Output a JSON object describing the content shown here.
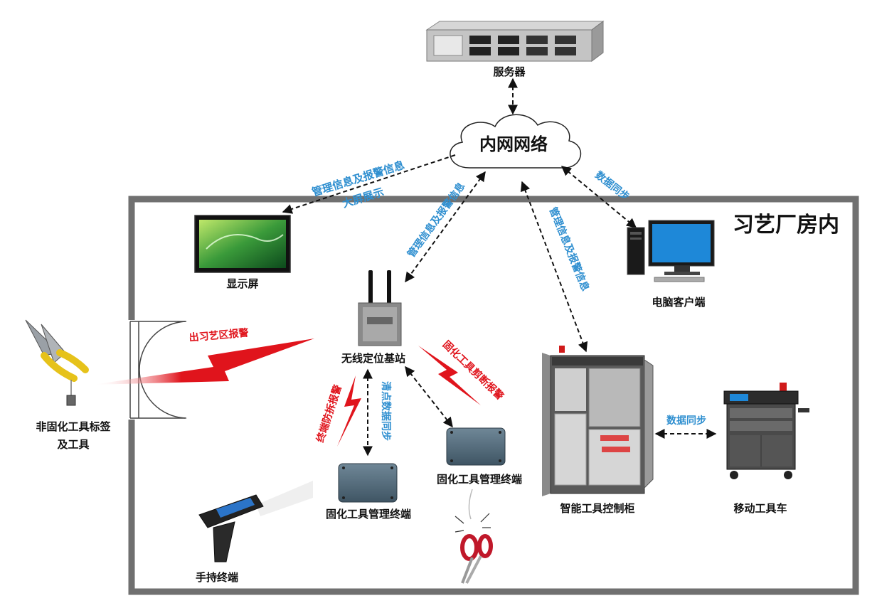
{
  "room_title": "习艺厂房内",
  "nodes": {
    "server": "服务器",
    "network": "内网网络",
    "display": "显示屏",
    "pc_client": "电脑客户端",
    "base_station": "无线定位基站",
    "cabinet": "智能工具控制柜",
    "cart": "移动工具车",
    "terminal_left": "固化工具管理终端",
    "terminal_right": "固化工具管理终端",
    "handheld": "手持终端",
    "tools_line1": "非固化工具标签",
    "tools_line2": "及工具"
  },
  "links": {
    "display_info_1": "管理信息及报警信息",
    "display_info_2": "大屏展示",
    "station_info": "管理信息及报警信息",
    "cabinet_info": "管理信息及报警信息",
    "pc_sync": "数据同步",
    "cart_sync": "数据同步",
    "inventory_sync": "清点数据同步"
  },
  "alarms": {
    "exit_area": "出习艺区报警",
    "anti_tamper": "终端防拆报警",
    "cut_alarm": "固化工具剪断报警"
  },
  "colors": {
    "blue_label": "#2f8fd0",
    "red_alarm": "#e0141c",
    "room_border": "#707070"
  }
}
